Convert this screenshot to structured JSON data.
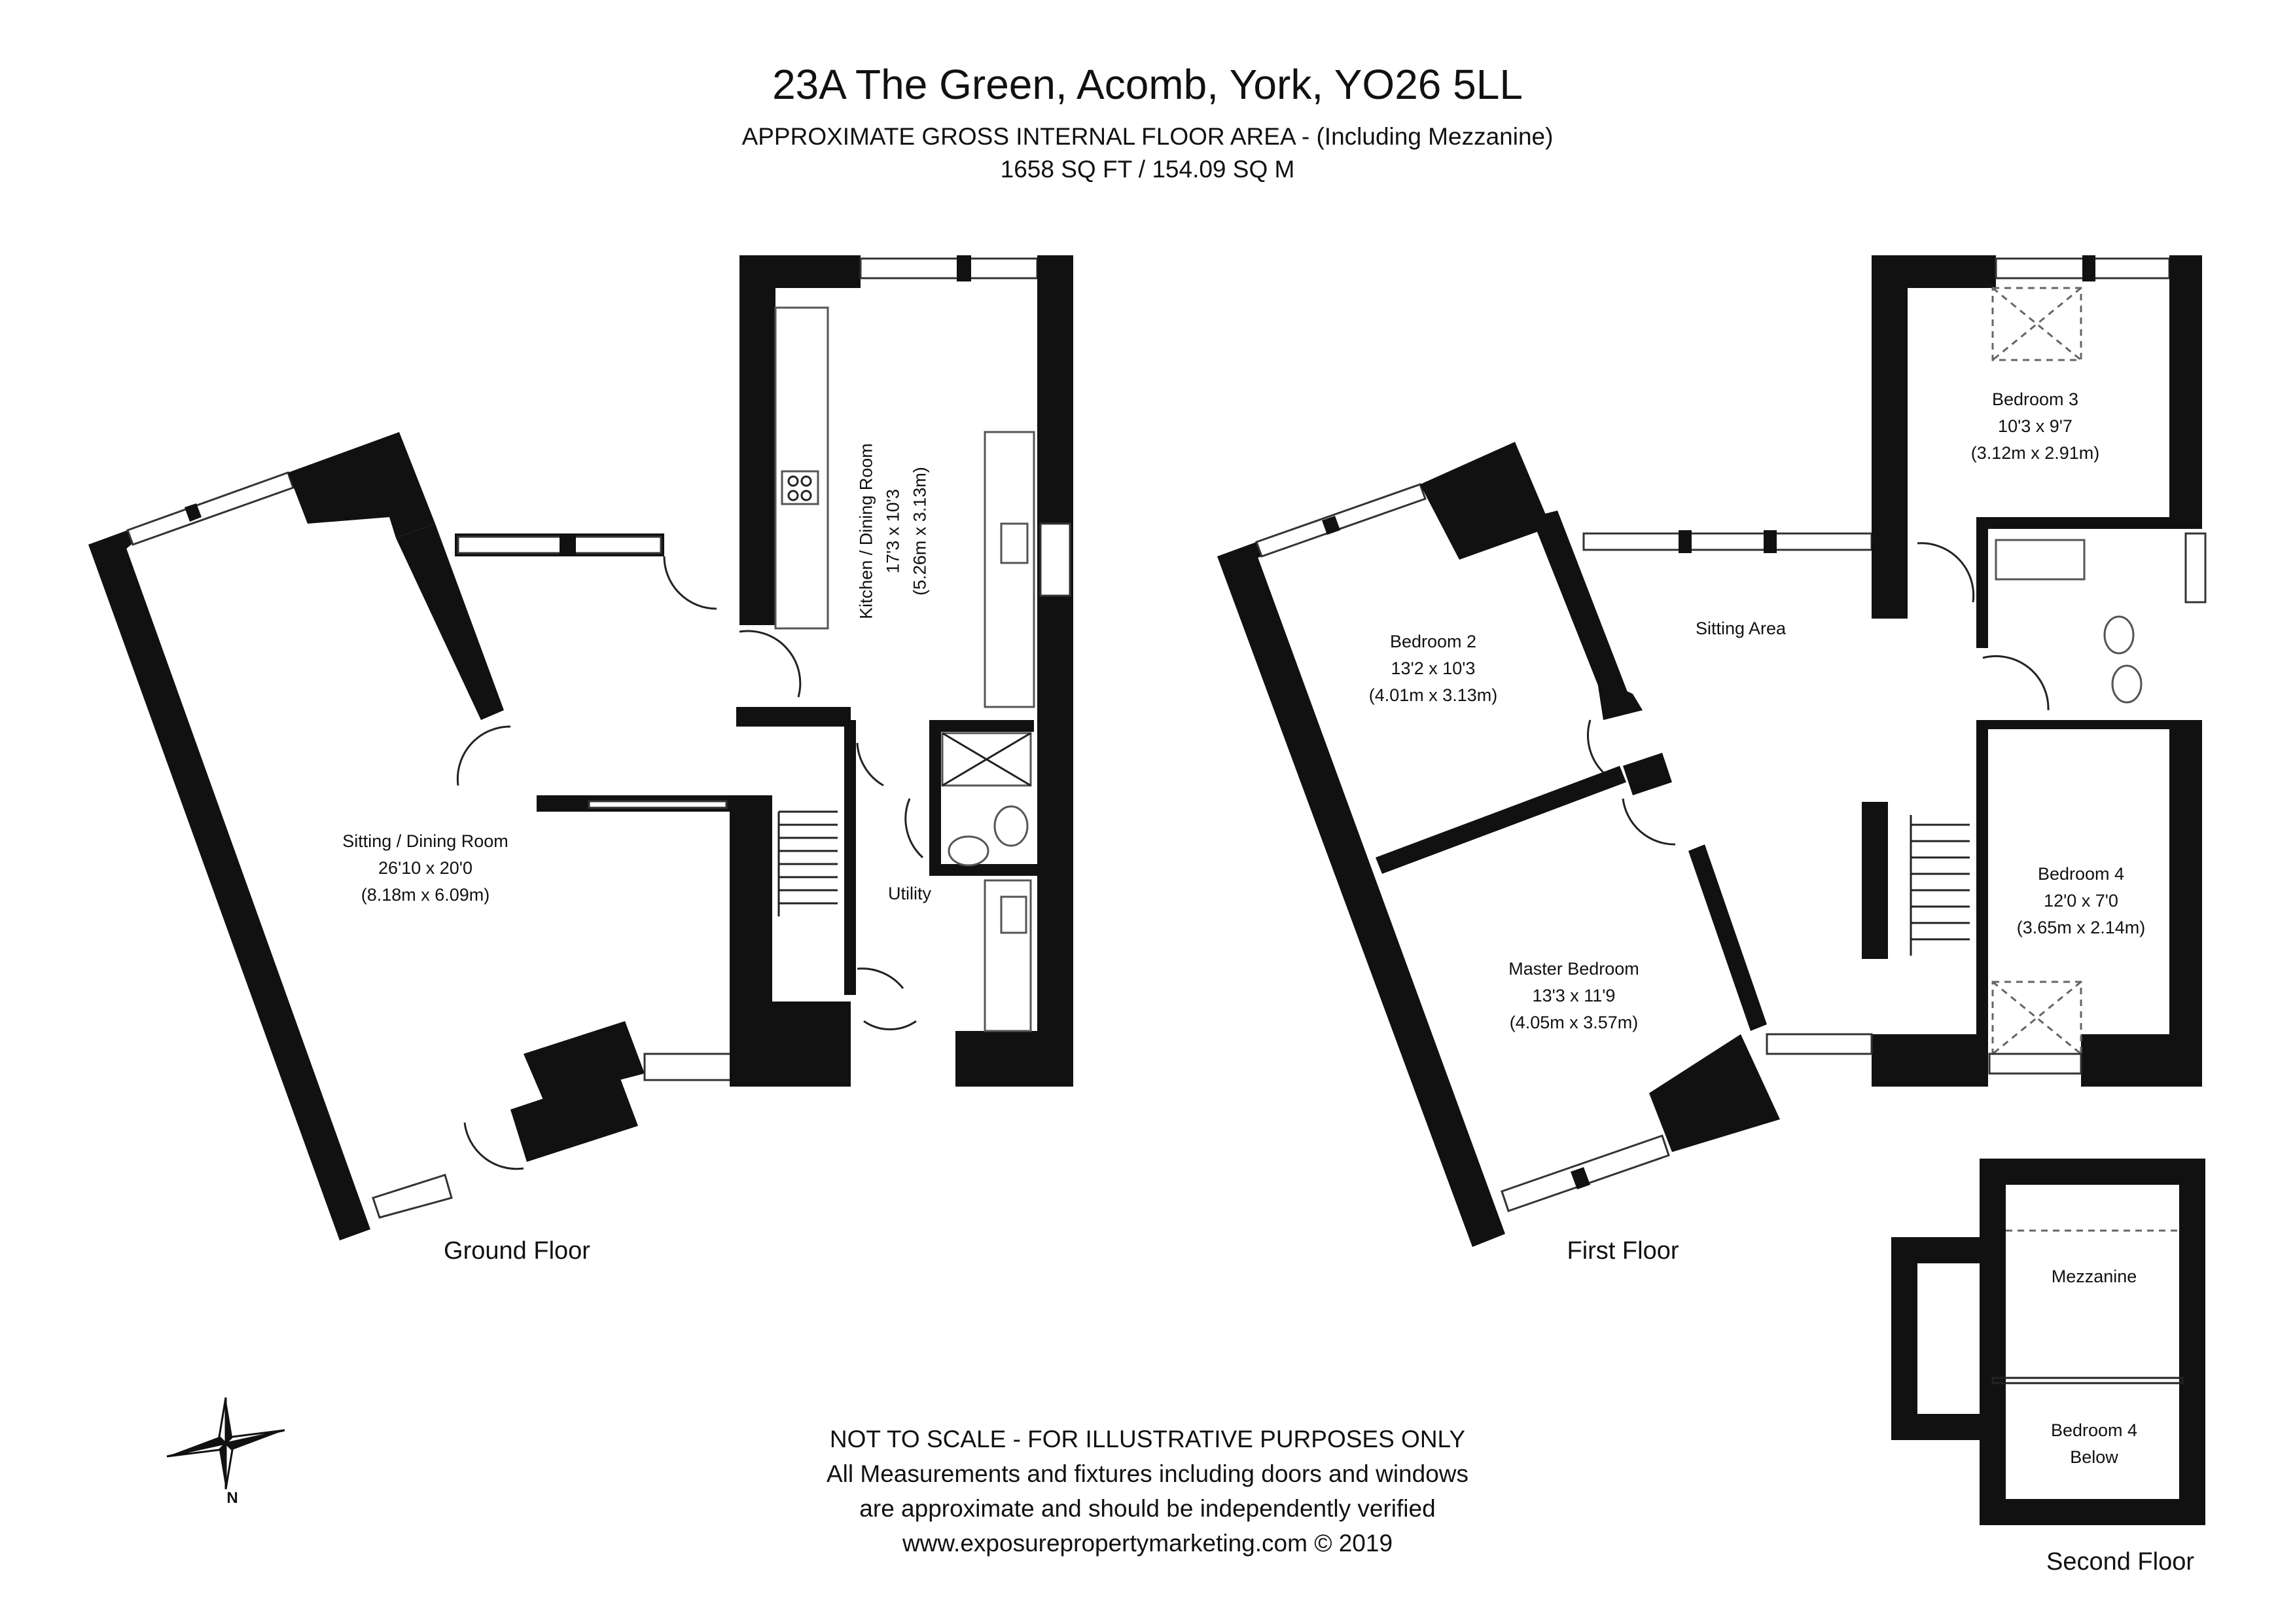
{
  "header": {
    "title": "23A The Green, Acomb, York, YO26 5LL",
    "subtitle": "APPROXIMATE GROSS INTERNAL FLOOR AREA - (Including Mezzanine)",
    "area": "1658 SQ FT / 154.09 SQ M"
  },
  "floors": {
    "ground": "Ground Floor",
    "first": "First Floor",
    "second": "Second Floor"
  },
  "rooms": {
    "sitting_dining": {
      "name": "Sitting / Dining Room",
      "imperial": "26'10 x 20'0",
      "metric": "(8.18m x 6.09m)"
    },
    "kitchen_dining": {
      "name": "Kitchen / Dining Room",
      "imperial": "17'3 x 10'3",
      "metric": "(5.26m x 3.13m)"
    },
    "utility": {
      "name": "Utility"
    },
    "bedroom2": {
      "name": "Bedroom 2",
      "imperial": "13'2 x 10'3",
      "metric": "(4.01m x 3.13m)"
    },
    "sitting_area": {
      "name": "Sitting Area"
    },
    "bedroom3": {
      "name": "Bedroom 3",
      "imperial": "10'3 x 9'7",
      "metric": "(3.12m x 2.91m)"
    },
    "bedroom4": {
      "name": "Bedroom 4",
      "imperial": "12'0 x 7'0",
      "metric": "(3.65m x 2.14m)"
    },
    "master": {
      "name": "Master Bedroom",
      "imperial": "13'3 x 11'9",
      "metric": "(4.05m x 3.57m)"
    },
    "mezzanine": {
      "name": "Mezzanine"
    },
    "bedroom4_below": {
      "line1": "Bedroom 4",
      "line2": "Below"
    }
  },
  "compass": {
    "letter": "N"
  },
  "disclaimer": {
    "line1": "NOT TO SCALE - FOR ILLUSTRATIVE PURPOSES ONLY",
    "line2": "All Measurements and fixtures including doors and windows",
    "line3": "are approximate and should be independently verified",
    "line4": "www.exposurepropertymarketing.com © 2019"
  },
  "colors": {
    "walls": "#111111",
    "background": "#ffffff"
  }
}
